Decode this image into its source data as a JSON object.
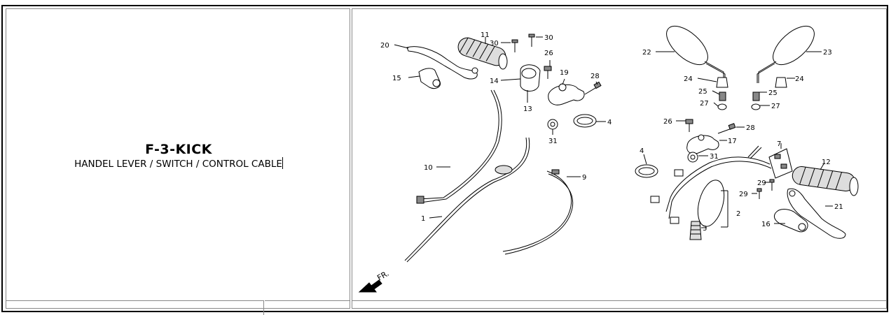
{
  "part_section": {
    "title": "F-3-KICK",
    "subtitle": "HANDEL LEVER / SWITCH / CONTROL CABLE"
  },
  "diagram": {
    "direction_label": "FR.",
    "callouts": [
      "20",
      "11",
      "30",
      "30",
      "15",
      "14",
      "26",
      "19",
      "28",
      "13",
      "4",
      "31",
      "10",
      "1",
      "9",
      "22",
      "23",
      "24",
      "24",
      "25",
      "25",
      "27",
      "27",
      "26",
      "28",
      "17",
      "31",
      "7",
      "4",
      "12",
      "29",
      "29",
      "2",
      "3",
      "21",
      "16"
    ]
  }
}
